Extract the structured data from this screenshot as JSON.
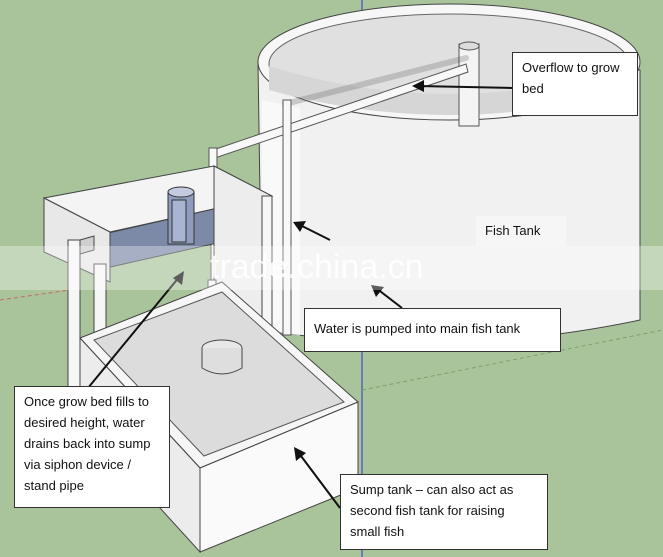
{
  "labels": {
    "overflow": "Overflow to grow bed",
    "fish_tank": "Fish Tank",
    "pumped": "Water is pumped into main fish tank",
    "siphon": "Once grow bed fills to desired height, water drains back into sump via siphon device / stand pipe",
    "sump": "Sump tank – can also act as second fish tank for raising small fish"
  },
  "watermark": "trade.china.cn",
  "colors": {
    "ground": "#a9c49a",
    "tank_wall": "#f2f2f2",
    "grow_bed_media": "#7c8aa8",
    "outline": "#333333",
    "axis_blue": "#3a4fc4"
  }
}
